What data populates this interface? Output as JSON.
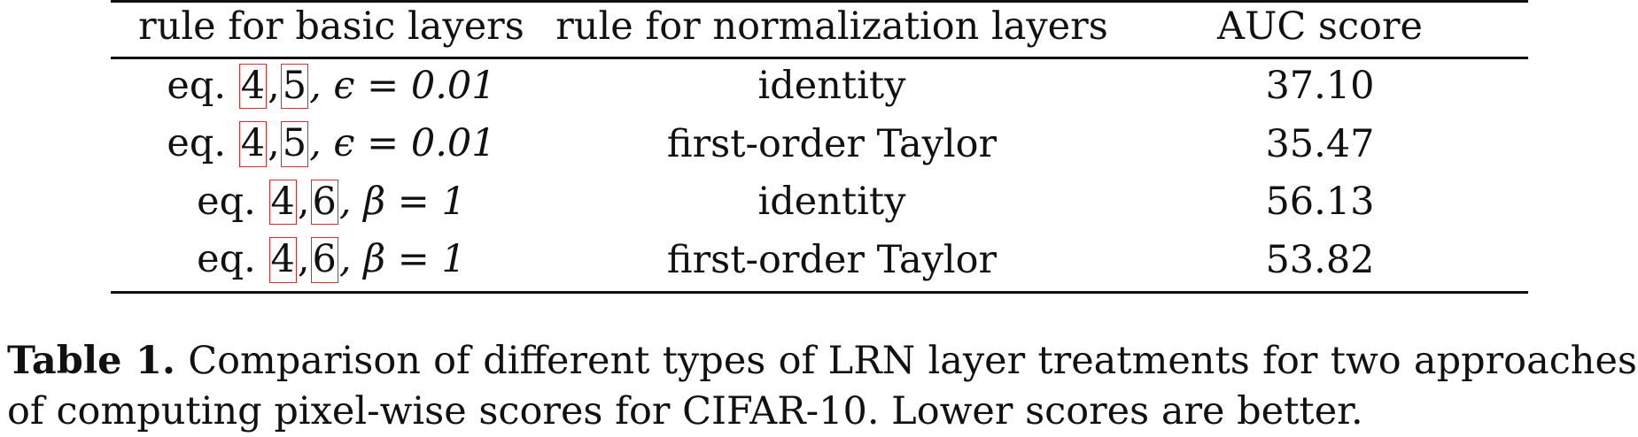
{
  "table": {
    "headers": [
      "rule for basic layers",
      "rule for normalization layers",
      "AUC score"
    ],
    "rows": [
      {
        "eq_prefix": "eq.",
        "ref_a": "4",
        "sep": ",",
        "ref_b": "5",
        "param": ", ϵ = 0.01",
        "norm_rule": "identity",
        "auc": "37.10"
      },
      {
        "eq_prefix": "eq.",
        "ref_a": "4",
        "sep": ",",
        "ref_b": "5",
        "param": ", ϵ = 0.01",
        "norm_rule": "first-order Taylor",
        "auc": "35.47"
      },
      {
        "eq_prefix": "eq.",
        "ref_a": "4",
        "sep": ",",
        "ref_b": "6",
        "param": ", β = 1",
        "norm_rule": "identity",
        "auc": "56.13"
      },
      {
        "eq_prefix": "eq.",
        "ref_a": "4",
        "sep": ",",
        "ref_b": "6",
        "param": ", β = 1",
        "norm_rule": "first-order Taylor",
        "auc": "53.82"
      }
    ],
    "ref_box_color": "#e0282d"
  },
  "caption": {
    "label": "Table 1.",
    "text": "Comparison of different types of LRN layer treatments for two approaches of computing pixel-wise scores for CIFAR-10. Lower scores are better."
  }
}
